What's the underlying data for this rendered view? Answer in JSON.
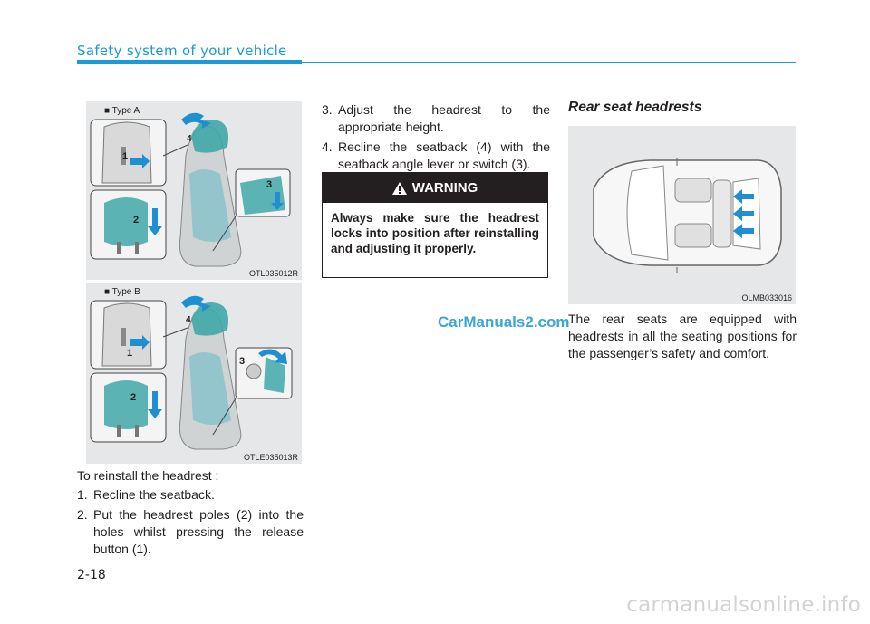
{
  "header": {
    "title": "Safety system of your vehicle"
  },
  "figures": {
    "type_a": {
      "label": "■ Type A",
      "code": "OTL035012R"
    },
    "type_b": {
      "label": "■ Type B",
      "code": "OTLE035013R"
    },
    "rear": {
      "code": "OLMB033016"
    }
  },
  "callouts": [
    "1",
    "2",
    "3",
    "4"
  ],
  "reinstall": {
    "intro": "To reinstall the headrest :",
    "steps": [
      {
        "num": "1.",
        "text": "Recline the seatback."
      },
      {
        "num": "2.",
        "text": "Put the headrest poles (2) into the holes whilst pressing the release button (1)."
      },
      {
        "num": "3.",
        "text": "Adjust the headrest to the appropriate height."
      },
      {
        "num": "4.",
        "text": "Recline the seatback (4) with the seatback angle lever or switch (3)."
      }
    ]
  },
  "warning": {
    "title": "WARNING",
    "text": "Always make sure the headrest locks into position after reinstalling and adjusting it properly."
  },
  "rear_section": {
    "title": "Rear seat headrests",
    "text": "The rear seats are equipped with headrests in all the seating positions for the passenger’s safety and comfort."
  },
  "watermark": "CarManuals2.com",
  "page_number": "2-18",
  "footer_watermark": "carmanualsonline.info",
  "colors": {
    "accent": "#1a9ad6",
    "arrow": "#1f8fd1",
    "warning_bg": "#231f20"
  }
}
